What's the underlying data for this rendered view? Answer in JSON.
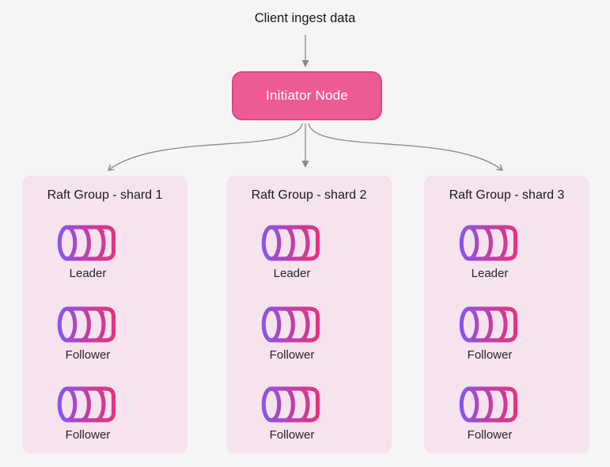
{
  "diagram": {
    "client_label": "Client ingest data",
    "initiator": {
      "label": "Initiator Node",
      "fill": "#ee5b94",
      "border": "#df4584",
      "text_color": "#ffffff"
    },
    "colors": {
      "page_background": "#f6f5f5",
      "panel_background": "#f5e3ee",
      "arrow": "#8a8a8a",
      "text": "#1b1b1f"
    },
    "icon": {
      "name": "segmented-log-cylinder-icon",
      "gradient_from": "#8457f6",
      "gradient_mid": "#c13ea8",
      "gradient_to": "#ea3278"
    },
    "panels": [
      {
        "title": "Raft Group - shard 1",
        "nodes": [
          {
            "label": "Leader"
          },
          {
            "label": "Follower"
          },
          {
            "label": "Follower"
          }
        ]
      },
      {
        "title": "Raft Group - shard 2",
        "nodes": [
          {
            "label": "Leader"
          },
          {
            "label": "Follower"
          },
          {
            "label": "Follower"
          }
        ]
      },
      {
        "title": "Raft Group - shard 3",
        "nodes": [
          {
            "label": "Leader"
          },
          {
            "label": "Follower"
          },
          {
            "label": "Follower"
          }
        ]
      }
    ]
  }
}
